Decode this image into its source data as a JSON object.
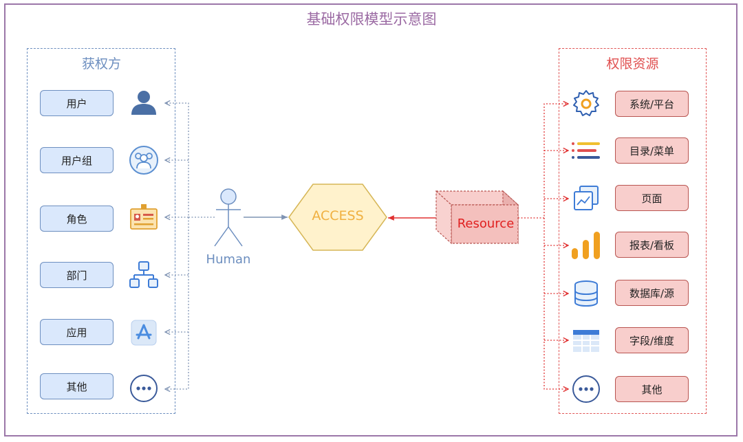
{
  "title": "基础权限模型示意图",
  "subjects": {
    "title": "获权方",
    "items": [
      {
        "label": "用户",
        "icon": "user-icon"
      },
      {
        "label": "用户组",
        "icon": "user-group-icon"
      },
      {
        "label": "角色",
        "icon": "id-badge-icon"
      },
      {
        "label": "部门",
        "icon": "org-chart-icon"
      },
      {
        "label": "应用",
        "icon": "app-store-icon"
      },
      {
        "label": "其他",
        "icon": "more-icon"
      }
    ]
  },
  "resources": {
    "title": "权限资源",
    "items": [
      {
        "label": "系统/平台",
        "icon": "gear-icon"
      },
      {
        "label": "目录/菜单",
        "icon": "menu-list-icon"
      },
      {
        "label": "页面",
        "icon": "pages-icon"
      },
      {
        "label": "报表/看板",
        "icon": "bar-chart-icon"
      },
      {
        "label": "数据库/源",
        "icon": "database-icon"
      },
      {
        "label": "字段/维度",
        "icon": "table-icon"
      },
      {
        "label": "其他",
        "icon": "more-icon"
      }
    ]
  },
  "center": {
    "human": "Human",
    "access": "ACCESS",
    "resource": "Resource"
  },
  "colors": {
    "frame": "#9b76a8",
    "subject_accent": "#6c8ebf",
    "resource_accent": "#e05050",
    "subject_fill": "#dae8fc",
    "resource_fill": "#f8cecc",
    "access_fill": "#fff2cc",
    "access_stroke": "#d6b656"
  }
}
